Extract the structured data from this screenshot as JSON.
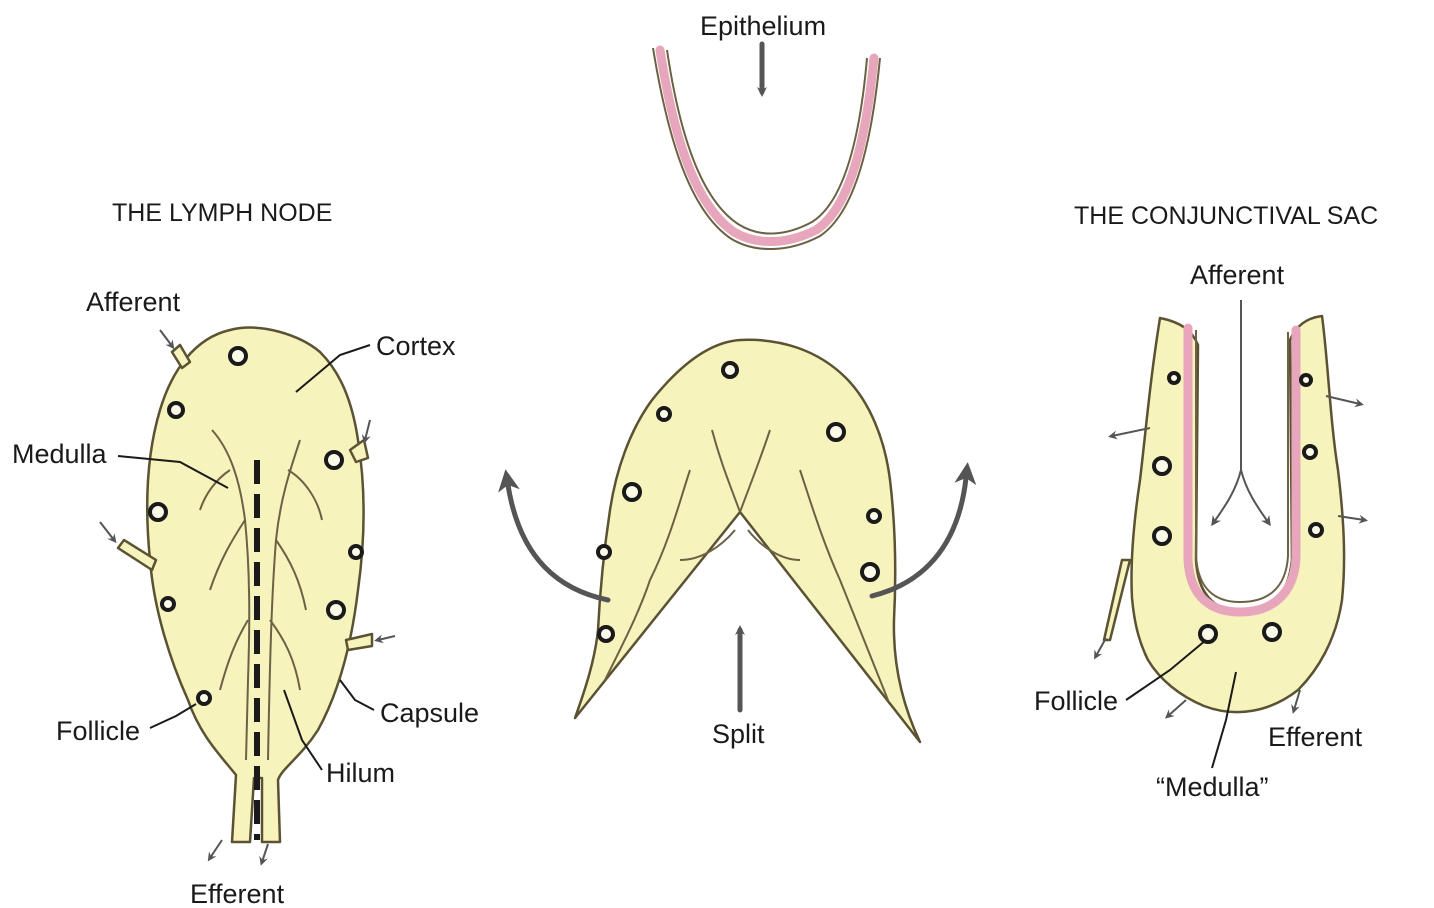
{
  "panels": {
    "lymph_node": {
      "title": "THE LYMPH NODE",
      "labels": {
        "afferent": "Afferent",
        "cortex": "Cortex",
        "medulla": "Medulla",
        "follicle": "Follicle",
        "capsule": "Capsule",
        "hilum": "Hilum",
        "efferent": "Efferent"
      }
    },
    "split": {
      "labels": {
        "epithelium": "Epithelium",
        "split": "Split"
      }
    },
    "conjunctival_sac": {
      "title": "THE CONJUNCTIVAL SAC",
      "labels": {
        "afferent": "Afferent",
        "follicle": "Follicle",
        "medulla": "“Medulla”",
        "efferent": "Efferent"
      }
    }
  },
  "colors": {
    "tissue": "#f7f3bd",
    "epithelium": "#e8a6bd",
    "outline": "#5a5232",
    "arrows": "#555555"
  }
}
